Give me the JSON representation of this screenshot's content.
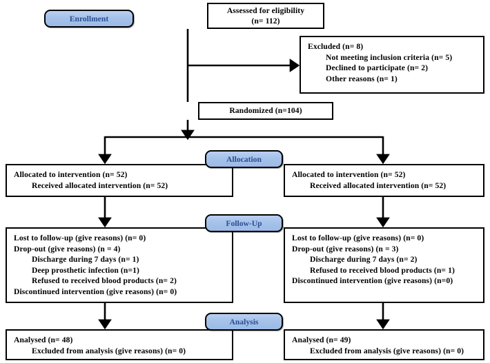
{
  "title": "CONSORT participant flow diagram",
  "colors": {
    "stage_fill": "#a6c2ea",
    "stage_text": "#2b4d91",
    "box_border": "#000000",
    "background": "#ffffff"
  },
  "stages": {
    "enrollment": "Enrollment",
    "allocation": "Allocation",
    "followup": "Follow-Up",
    "analysis": "Analysis"
  },
  "enrollment": {
    "assessed": {
      "line1": "Assessed for eligibility",
      "line2": "(n= 112)"
    },
    "excluded": {
      "line1": "Excluded (n= 8)",
      "line2": "Not meeting inclusion criteria (n= 5)",
      "line3": "Declined to participate (n= 2)",
      "line4": "Other reasons (n= 1)"
    },
    "randomized": "Randomized (n=104)"
  },
  "allocation": {
    "left": {
      "line1": "Allocated to intervention (n= 52)",
      "line2": "Received allocated intervention (n= 52)"
    },
    "right": {
      "line1": "Allocated to intervention (n= 52)",
      "line2": "Received allocated intervention (n= 52)"
    }
  },
  "followup": {
    "left": {
      "line1": "Lost to follow-up (give reasons) (n= 0)",
      "line2": "Drop-out (give reasons) (n = 4)",
      "line3": "Discharge during 7 days (n= 1)",
      "line4": "Deep prosthetic infection (n=1)",
      "line5": "Refused to received blood products (n= 2)",
      "line6": "Discontinued intervention (give reasons) (n= 0)"
    },
    "right": {
      "line1": "Lost to follow-up (give reasons) (n= 0)",
      "line2": "Drop-out (give reasons) (n = 3)",
      "line3": "Discharge during 7 days (n= 2)",
      "line4": "Refused to received blood products (n= 1)",
      "line5": "Discontinued intervention (give reasons) (n=0)"
    }
  },
  "analysis": {
    "left": {
      "line1": "Analysed (n= 48)",
      "line2": "Excluded from analysis (give reasons) (n= 0)"
    },
    "right": {
      "line1": "Analysed (n= 49)",
      "line2": "Excluded from analysis (give reasons) (n= 0)"
    }
  }
}
